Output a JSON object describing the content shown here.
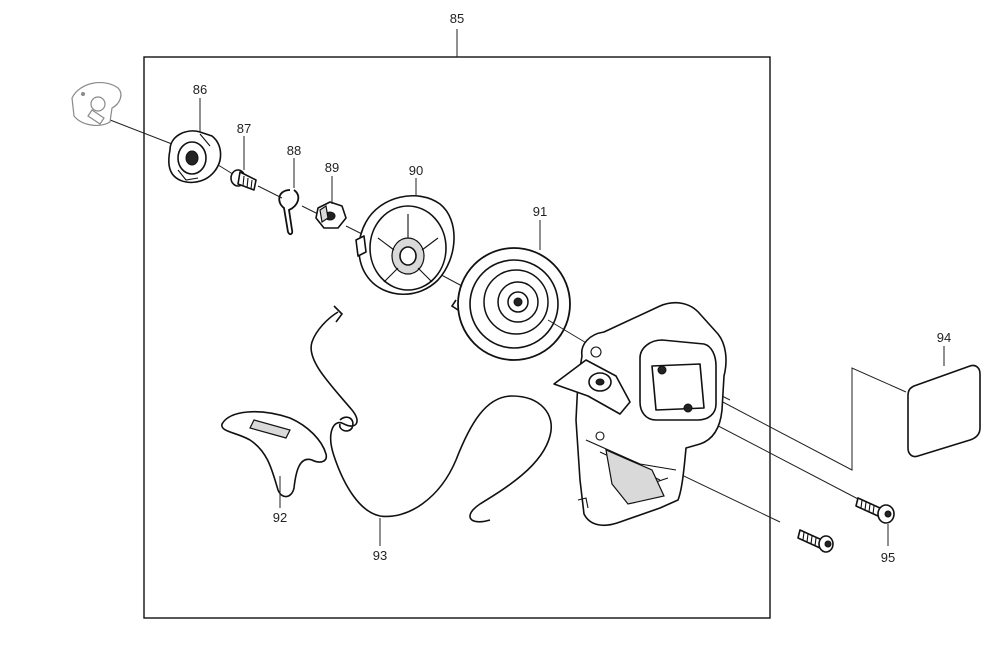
{
  "callouts": {
    "c85": "85",
    "c86": "86",
    "c87": "87",
    "c88": "88",
    "c89": "89",
    "c90": "90",
    "c91": "91",
    "c92": "92",
    "c93": "93",
    "c94": "94",
    "c95": "95"
  }
}
